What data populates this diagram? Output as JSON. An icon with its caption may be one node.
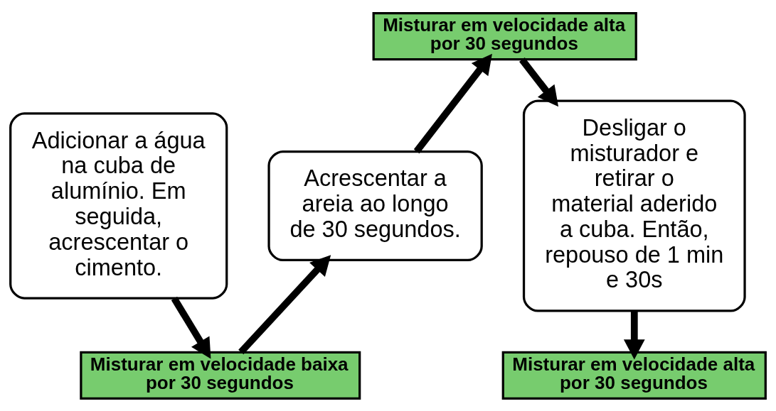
{
  "diagram": {
    "nodes": [
      {
        "text": [
          "Adicionar a água na cuba de alumínio. Em seguida, acrescentar o cimento."
        ]
      },
      {
        "text": [
          "Misturar em velocidade baixa por 30 segundos"
        ]
      },
      {
        "text": [
          "Acrescentar a areia ao longo de 30 segundos."
        ]
      },
      {
        "text": [
          "Misturar em velocidade alta por 30 segundos"
        ]
      },
      {
        "text": [
          "Desligar o misturador e retirar o material aderido a cuba. Então, repouso de 1 min e 30s"
        ]
      },
      {
        "text": [
          "Misturar em velocidade alta por 30 segundos"
        ]
      }
    ],
    "edges": [
      {
        "from": 0,
        "to": 1,
        "arrow": "to"
      },
      {
        "from": 1,
        "to": 2,
        "arrow": "to"
      },
      {
        "from": 2,
        "to": 3,
        "arrow": "to"
      },
      {
        "from": 3,
        "to": 4,
        "arrow": "to"
      },
      {
        "from": 4,
        "to": 5,
        "arrow": "to"
      }
    ]
  }
}
